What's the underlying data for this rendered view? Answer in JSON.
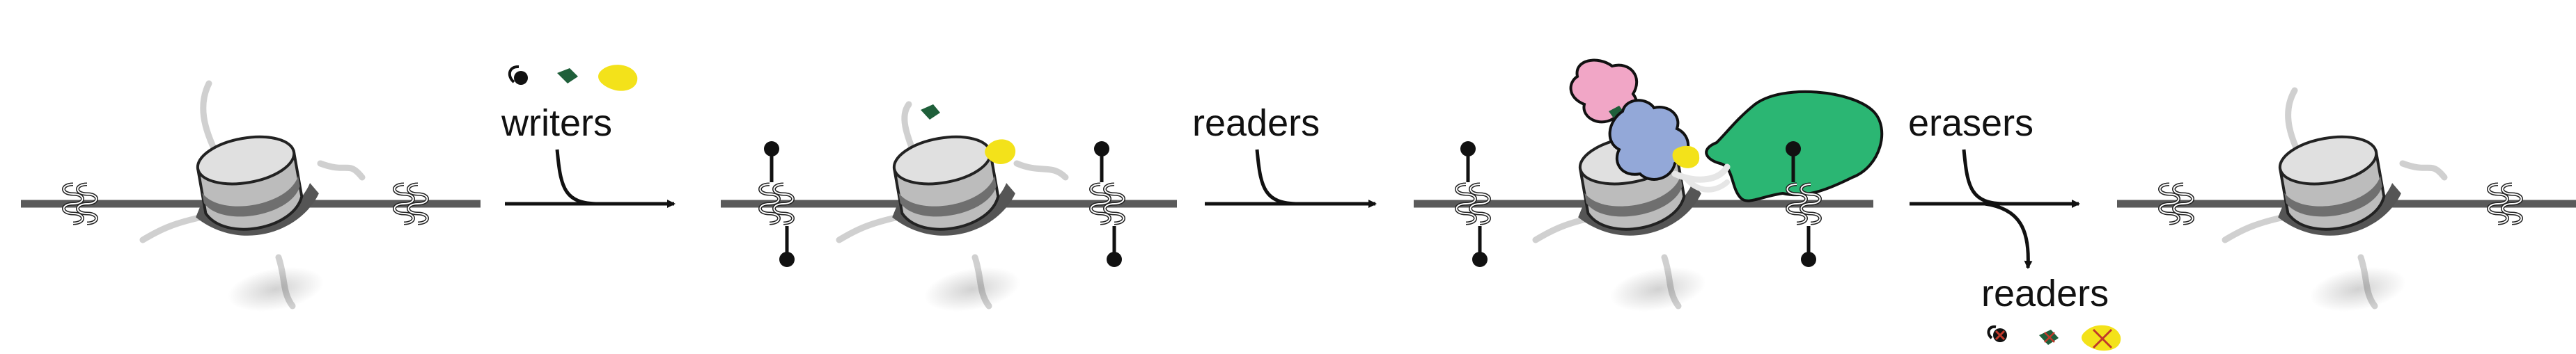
{
  "labels": {
    "writers": "writers",
    "readers_mid": "readers",
    "erasers": "erasers",
    "readers_branch": "readers"
  },
  "colors": {
    "dna": "#5a5a5a",
    "arrow": "#111111",
    "histone_light": "#d0d0d0",
    "histone_dark": "#6f6f6f",
    "tail": "#c9c9c9",
    "mark_black": "#111111",
    "mark_green": "#1f5f3a",
    "mark_yellow": "#f3e21a",
    "reader_pink": "#f1a6c6",
    "reader_blue": "#93a8d8",
    "reader_green": "#2bb673",
    "erased_red": "#c0392b"
  },
  "icons": [
    "lollipop-mark-icon",
    "leaf-mark-icon",
    "yellow-blob-mark-icon",
    "dna-coil-icon",
    "nucleosome-icon"
  ]
}
